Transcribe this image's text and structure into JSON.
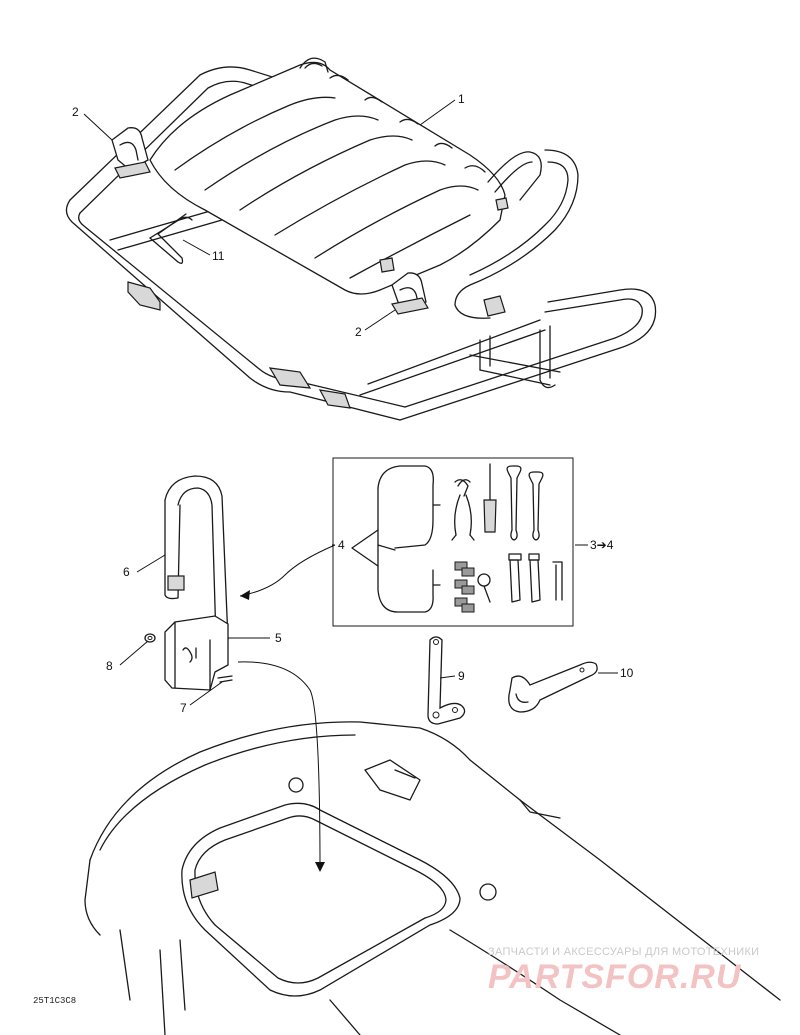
{
  "callouts": {
    "c1": "1",
    "c2a": "2",
    "c2b": "2",
    "c3": "3➔4",
    "c4": "4",
    "c5": "5",
    "c6": "6",
    "c7": "7",
    "c8": "8",
    "c9": "9",
    "c10": "10",
    "c11": "11"
  },
  "drawing_code": "25T1C3C8",
  "watermark": {
    "tagline": "ЗАПЧАСТИ И АКСЕССУАРЫ ДЛЯ МОТОТЕХНИКИ",
    "logo": "PARTSFOR.RU"
  }
}
